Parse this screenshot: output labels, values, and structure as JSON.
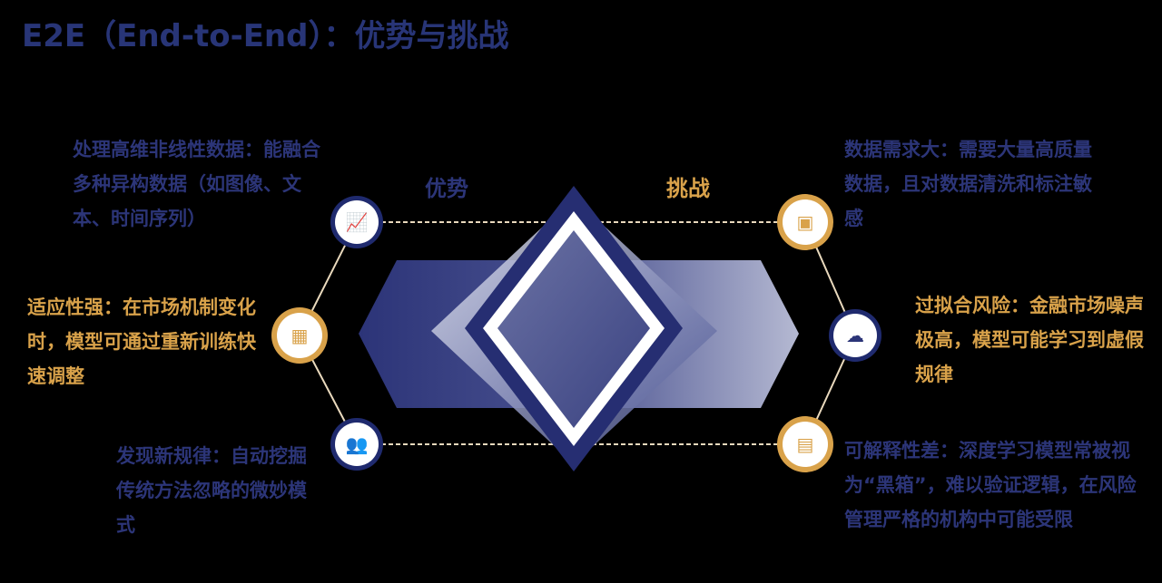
{
  "title": "E2E（End-to-End）：优势与挑战",
  "advantages": {
    "label": "优势",
    "items": [
      {
        "text": "处理高维非线性数据：能融合多种异构数据（如图像、文本、时间序列）",
        "icon": "chart-monitor-icon"
      },
      {
        "text": "适应性强：在市场机制变化时，模型可通过重新训练快速调整",
        "icon": "apps-grid-icon"
      },
      {
        "text": "发现新规律：自动挖掘传统方法忽略的微妙模式",
        "icon": "users-icon"
      }
    ]
  },
  "challenges": {
    "label": "挑战",
    "items": [
      {
        "text": "数据需求大：需要大量高质量数据，且对数据清洗和标注敏感",
        "icon": "contact-book-icon"
      },
      {
        "text": "过拟合风险：金融市场噪声极高，模型可能学习到虚假规律",
        "icon": "cloud-upload-icon"
      },
      {
        "text": "可解释性差：深度学习模型常被视为“黑箱”，难以验证逻辑，在风险管理严格的机构中可能受限",
        "icon": "building-icon"
      }
    ]
  },
  "colors": {
    "navy": "#2c3578",
    "gold": "#d9a24a",
    "background": "#000000"
  }
}
